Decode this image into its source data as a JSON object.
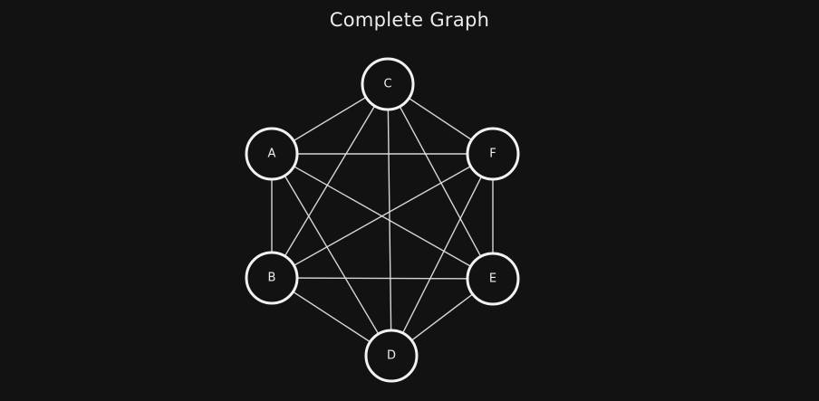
{
  "title": "Complete Graph",
  "nodes": [
    {
      "id": "C",
      "label": "C"
    },
    {
      "id": "A",
      "label": "A"
    },
    {
      "id": "F",
      "label": "F"
    },
    {
      "id": "B",
      "label": "B"
    },
    {
      "id": "E",
      "label": "E"
    },
    {
      "id": "D",
      "label": "D"
    }
  ],
  "edges": [
    [
      "A",
      "B"
    ],
    [
      "A",
      "C"
    ],
    [
      "A",
      "D"
    ],
    [
      "A",
      "E"
    ],
    [
      "A",
      "F"
    ],
    [
      "B",
      "C"
    ],
    [
      "B",
      "D"
    ],
    [
      "B",
      "E"
    ],
    [
      "B",
      "F"
    ],
    [
      "C",
      "D"
    ],
    [
      "C",
      "E"
    ],
    [
      "C",
      "F"
    ],
    [
      "D",
      "E"
    ],
    [
      "D",
      "F"
    ],
    [
      "E",
      "F"
    ]
  ],
  "colors": {
    "background": "#121212",
    "stroke": "#f2f2f2",
    "text": "#eeeeee"
  }
}
